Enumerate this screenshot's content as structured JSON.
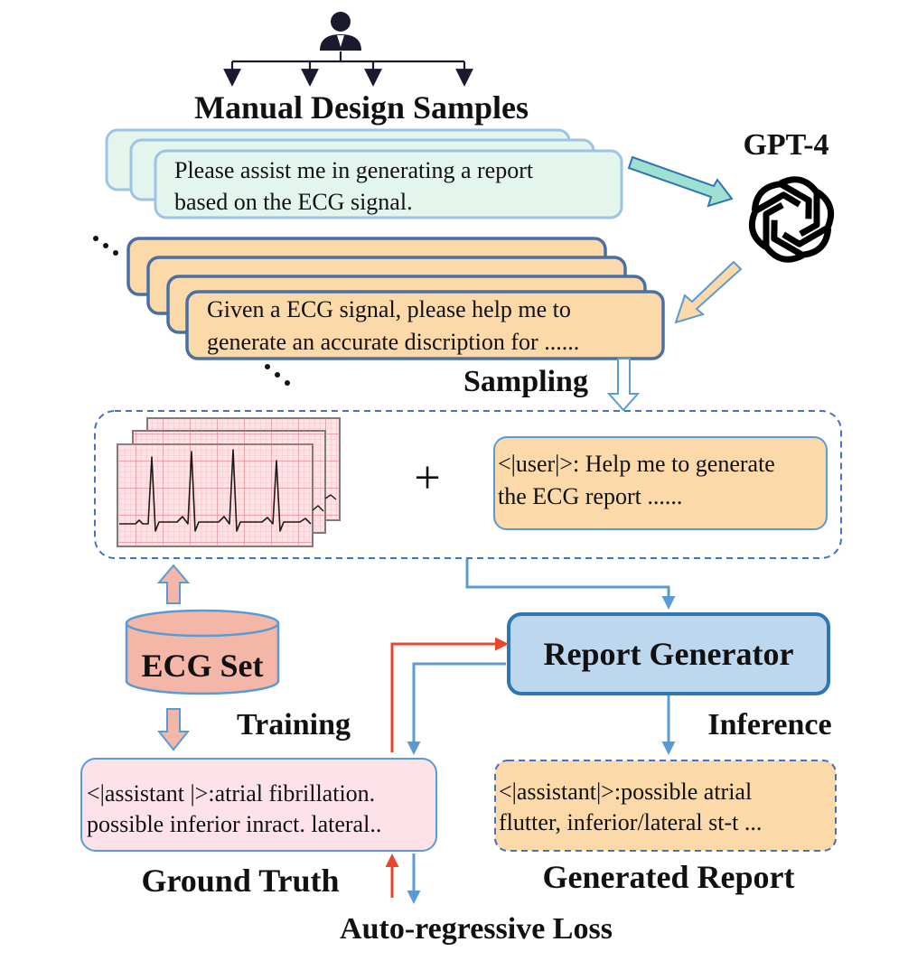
{
  "labels": {
    "manual_design_samples": "Manual Design Samples",
    "gpt4": "GPT-4",
    "sampling": "Sampling",
    "ecg_set": "ECG Set",
    "training": "Training",
    "report_generator": "Report Generator",
    "inference": "Inference",
    "ground_truth": "Ground Truth",
    "generated_report": "Generated Report",
    "auto_regressive_loss": "Auto-regressive Loss",
    "plus": "+"
  },
  "manual_sample": {
    "line1": "Please assist me in generating a report",
    "line2": "based on the ECG signal."
  },
  "gpt_sample": {
    "line1": "Given a ECG signal, please help me to",
    "line2": "generate an accurate discription for ......"
  },
  "user_prompt": {
    "line1": "<|user|>: Help me to generate",
    "line2": "the ECG report ......"
  },
  "ground_truth_text": {
    "line1": "<|assistant |>:atrial fibrillation.",
    "line2": "possible inferior inract. lateral.."
  },
  "generated_text": {
    "line1": "<|assistant|>:possible atrial",
    "line2": "flutter, inferior/lateral st-t ..."
  },
  "colors": {
    "manual_fill": "#e3f5ec",
    "manual_border": "#9dc3e6",
    "gpt_fill": "#fbd9a8",
    "gpt_border": "#4a6fa5",
    "dashed_border": "#4472c4",
    "generator_fill": "#bdd7ee",
    "generator_border": "#2e75b6",
    "ecg_set_fill": "#f4b6a6",
    "ground_truth_fill": "#fde2ea",
    "blue_arrow": "#5b9bd5",
    "red_arrow": "#e8472b",
    "ecg_grid_bg": "#fbe3e6"
  }
}
